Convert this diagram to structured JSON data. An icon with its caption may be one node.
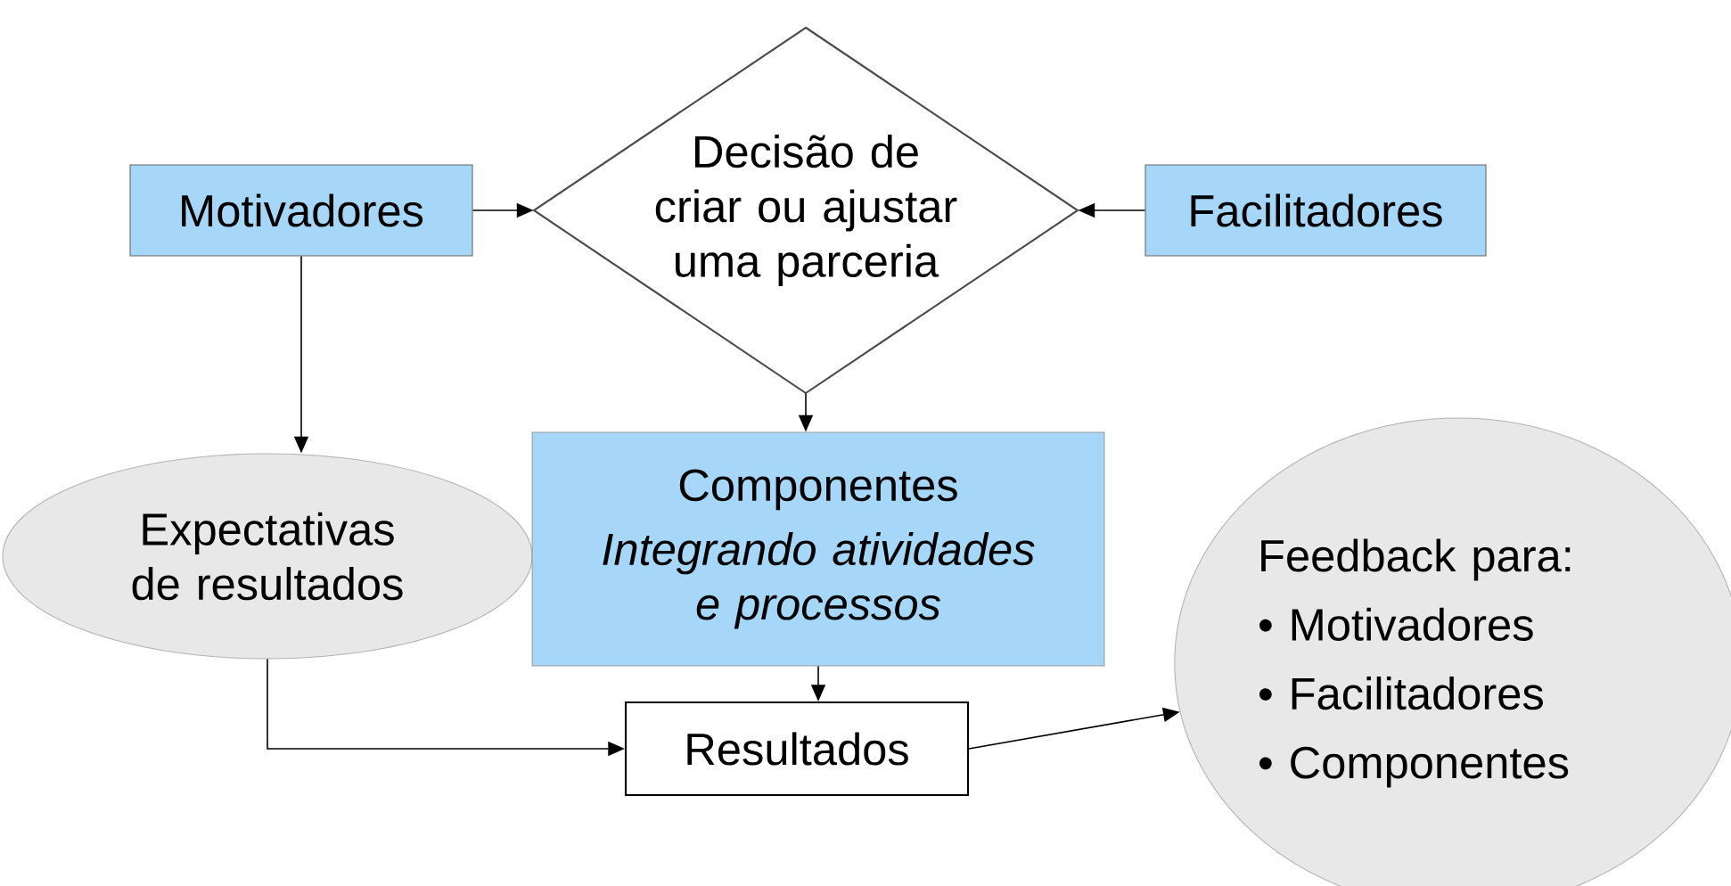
{
  "diagram": {
    "nodes": [
      {
        "text": [
          "Motivadores"
        ]
      },
      {
        "text": [
          "Decisão de criar ou ajustar uma parceria"
        ]
      },
      {
        "text": [
          "Facilitadores"
        ]
      },
      {
        "text": [
          "Expectativas de resultados"
        ]
      },
      {
        "text": [
          "Componentes",
          "Integrando atividades e processos"
        ]
      },
      {
        "text": [
          "Resultados"
        ]
      },
      {
        "text": [
          "Feedback para:",
          "• Motivadores",
          "• Facilitadores",
          "• Componentes"
        ]
      }
    ],
    "edges": [
      {
        "from": 0,
        "to": 1,
        "arrow": "to"
      },
      {
        "from": 2,
        "to": 1,
        "arrow": "to"
      },
      {
        "from": 0,
        "to": 3,
        "arrow": "to"
      },
      {
        "from": 1,
        "to": 4,
        "arrow": "to"
      },
      {
        "from": 4,
        "to": 5,
        "arrow": "to"
      },
      {
        "from": 3,
        "to": 5,
        "arrow": "to"
      },
      {
        "from": 5,
        "to": 6,
        "arrow": "to"
      }
    ]
  }
}
